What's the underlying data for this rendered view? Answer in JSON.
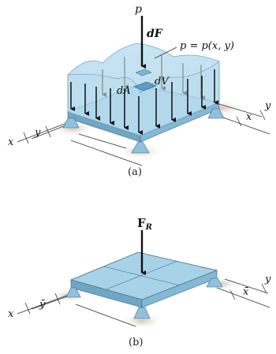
{
  "figure_a": {
    "p_label": "p",
    "dF_label": "dF",
    "p_function": "p = p(x, y)",
    "dA_label": "dA",
    "dV_label": "dV",
    "x_axis": "x",
    "y_axis": "y",
    "x_dim": "x",
    "y_dim": "y",
    "caption": "(a)"
  },
  "figure_b": {
    "force_main": "F",
    "force_sub": "R",
    "x_axis": "x",
    "y_axis": "y",
    "x_bar": "x̄",
    "y_bar": "ȳ",
    "caption": "(b)"
  }
}
